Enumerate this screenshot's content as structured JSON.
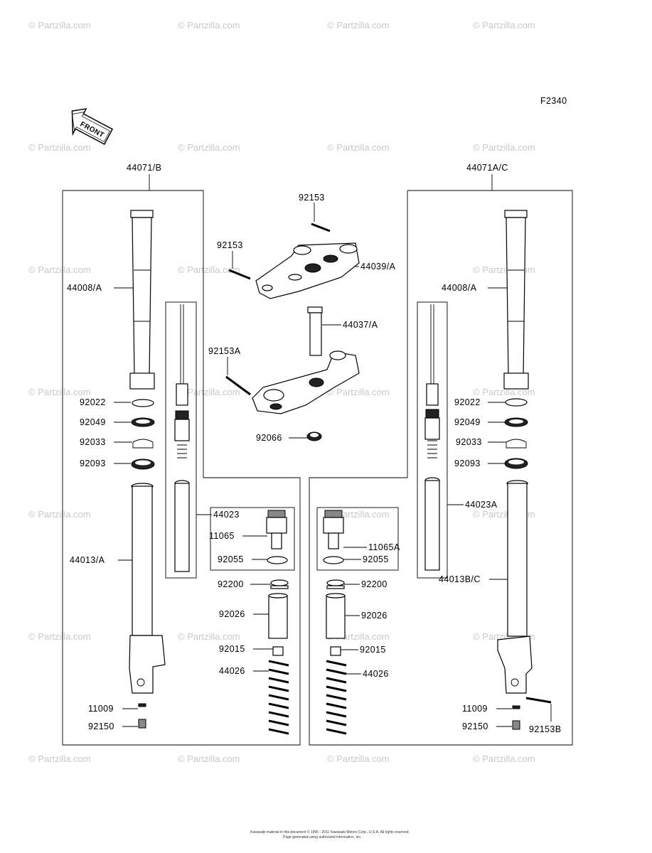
{
  "figure_code": "F2340",
  "front_label": "FRONT",
  "watermark": "© Partzilla.com",
  "copyright_line1": "Kawasaki material in this document © 1995 - 2011 Kawasaki Motors Corp., U.S.A. All rights reserved.",
  "copyright_line2": "Page generated using authorized information, inc.",
  "left_assembly": {
    "title": "44071/B",
    "parts": [
      "44008/A",
      "92022",
      "92049",
      "92033",
      "92093",
      "44013/A",
      "11009",
      "92150",
      "44023",
      "11065",
      "92055",
      "92200",
      "92026",
      "92015",
      "44026"
    ]
  },
  "right_assembly": {
    "title": "44071A/C",
    "parts": [
      "44008/A",
      "92022",
      "92049",
      "92033",
      "92093",
      "44023A",
      "44013B/C",
      "11009",
      "92150",
      "92153B",
      "11065A",
      "92055",
      "92200",
      "92026",
      "92015",
      "44026"
    ]
  },
  "clamps": {
    "parts": [
      "92153",
      "92153",
      "44039/A",
      "44037/A",
      "92153A",
      "92066"
    ]
  }
}
